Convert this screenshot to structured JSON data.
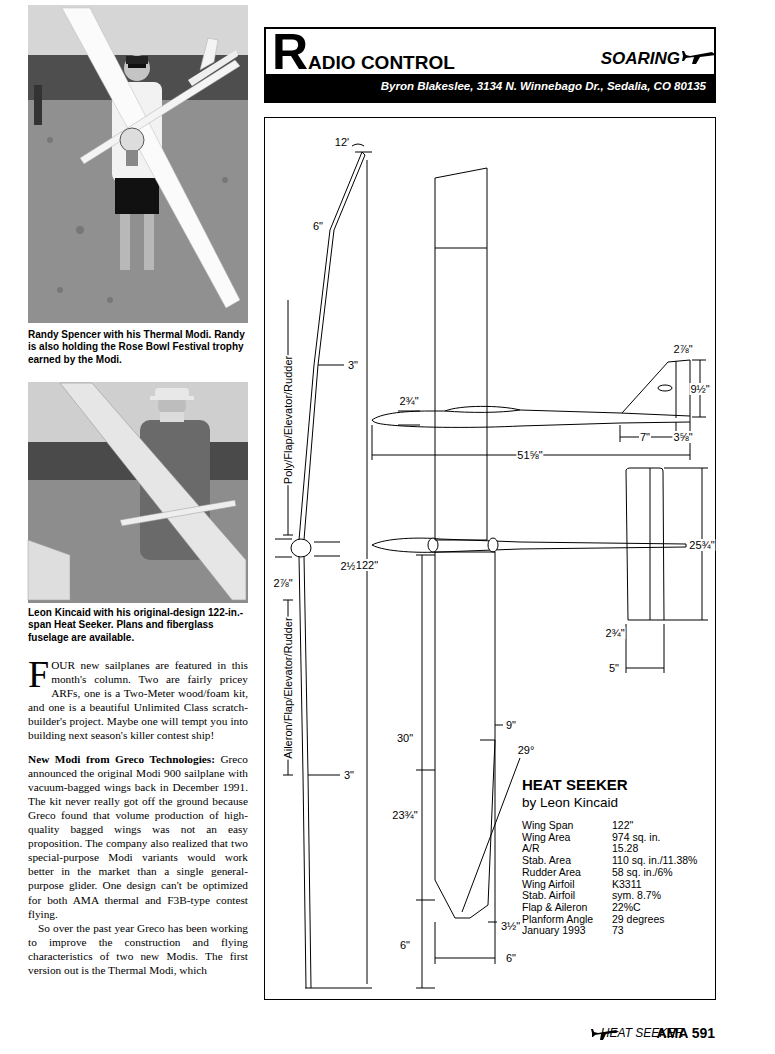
{
  "diagram": {
    "title": "HEAT SEEKER",
    "nodes": [
      {
        "text": [
          "RADIO CONTROL",
          "SOARING",
          "Byron Blakeslee, 3134 N. Winnebago Dr., Sedalia, CO 80135"
        ]
      }
    ],
    "labels": [
      "Randy Spencer with his Thermal Modi. Randy is also holding the Rose Bowl Festival trophy earned by the Modi.",
      "Leon Kincaid with his original-design 122-in.-span Heat Seeker. Plans and fiberglass fuselage are available.",
      "FOUR new sailplanes are featured in this month's column. Two are fairly pricey ARFs, one is a Two-Meter wood/foam kit, and one is a beautiful Unlimited Class scratch-builder's project. Maybe one will tempt you into building next season's killer contest ship!",
      "New Modi from Greco Technologies:",
      "Greco announced the original Modi 900 sailplane with vacuum-bagged wings back in December 1991. The kit never really got off the ground because Greco found that volume production of high-quality bagged wings was not an easy proposition. The company also realized that two special-purpose Modi variants would work better in the market than a single general-purpose glider. One design can't be optimized for both AMA thermal and F3B-type contest flying.",
      "So over the past year Greco has been working to improve the construction and flying characteristics of two new Modis. The first version out is the Thermal Modi, which",
      "12'",
      "6\"",
      "3\"",
      "Poly/Flap/Elevator/Rudder",
      "2⅞\"",
      "2½\"",
      "Aileron/Flap/Elevator/Rudder",
      "3\"",
      "122\"",
      "2¾\"",
      "51⅝\"",
      "2⅞\"",
      "9½\"",
      "7\"",
      "3⅝\"",
      "25¾\"",
      "2¾\"",
      "5\"",
      "30\"",
      "9\"",
      "29°",
      "23¾\"",
      "6\"",
      "3½\"",
      "6\"",
      "by Leon Kincaid",
      "Wing Span",
      "122\"",
      "Wing Area",
      "974 sq. in.",
      "A/R",
      "15.28",
      "Stab. Area",
      "110 sq. in./11.38%",
      "Rudder Area",
      "58 sq. in./6%",
      "Wing Airfoil",
      "K3311",
      "Stab. Airfoil",
      "sym. 8.7%",
      "Flap & Aileron",
      "22%C",
      "Planform Angle",
      "29 degrees",
      "January 1993",
      "73",
      "HEAT SEEKER",
      "AMA 591"
    ]
  }
}
